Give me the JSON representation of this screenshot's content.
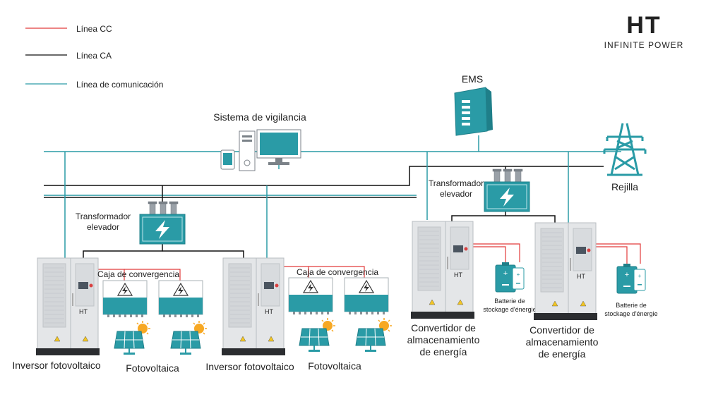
{
  "brand": {
    "logo_text": "HT",
    "tagline": "INFINITE POWER"
  },
  "legend": {
    "dc_line": "Línea CC",
    "ac_line": "Línea CA",
    "comm_line": "Línea de comunicación"
  },
  "colors": {
    "dc_line": "#e23b3b",
    "ac_line": "#111111",
    "comm_line": "#2a9ba6",
    "equipment_teal": "#2a9ba6",
    "cabinet_grey": "#e4e6e8"
  },
  "labels": {
    "ems": "EMS",
    "monitoring": "Sistema de vigilancia",
    "grid": "Rejilla",
    "transformer_left_1": "Transformador",
    "transformer_left_2": "elevador",
    "transformer_right_1": "Transformador",
    "transformer_right_2": "elevador",
    "combiner_1": "Caja de convergencia",
    "combiner_2": "Caja de convergencia",
    "pv_inverter_1": "Inversor fotovoltaico",
    "pv_inverter_2": "Inversor fotovoltaico",
    "photovoltaic_1": "Fotovoltaica",
    "photovoltaic_2": "Fotovoltaica",
    "storage_converter_1": [
      "Convertidor de",
      "almacenamiento",
      "de energía"
    ],
    "storage_converter_2": [
      "Convertidor de",
      "almacenamiento",
      "de energía"
    ],
    "battery_1": [
      "Batterie de",
      "stockage d'énergie"
    ],
    "battery_2": [
      "Batterie de",
      "stockage d'énergie"
    ],
    "cabinet_logo": "HT"
  },
  "icons": {
    "transformer": "lightning-bolt-icon",
    "combiner": "warning-triangle-icon",
    "solar": "solar-panel-icon",
    "sun": "sun-icon",
    "grid": "transmission-tower-icon",
    "battery": "battery-icon"
  }
}
